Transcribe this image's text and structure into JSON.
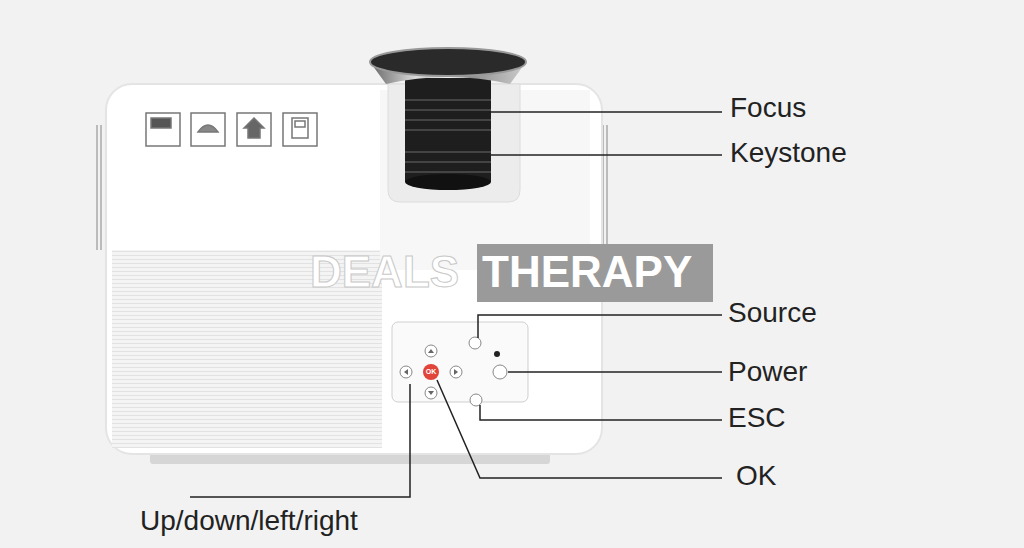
{
  "diagram": {
    "labels": [
      "Focus",
      "Keystone",
      "Source",
      "Power",
      "ESC",
      "OK",
      "Up/down/left/right",
      "DEALS",
      "THERAPY",
      "OK"
    ]
  }
}
